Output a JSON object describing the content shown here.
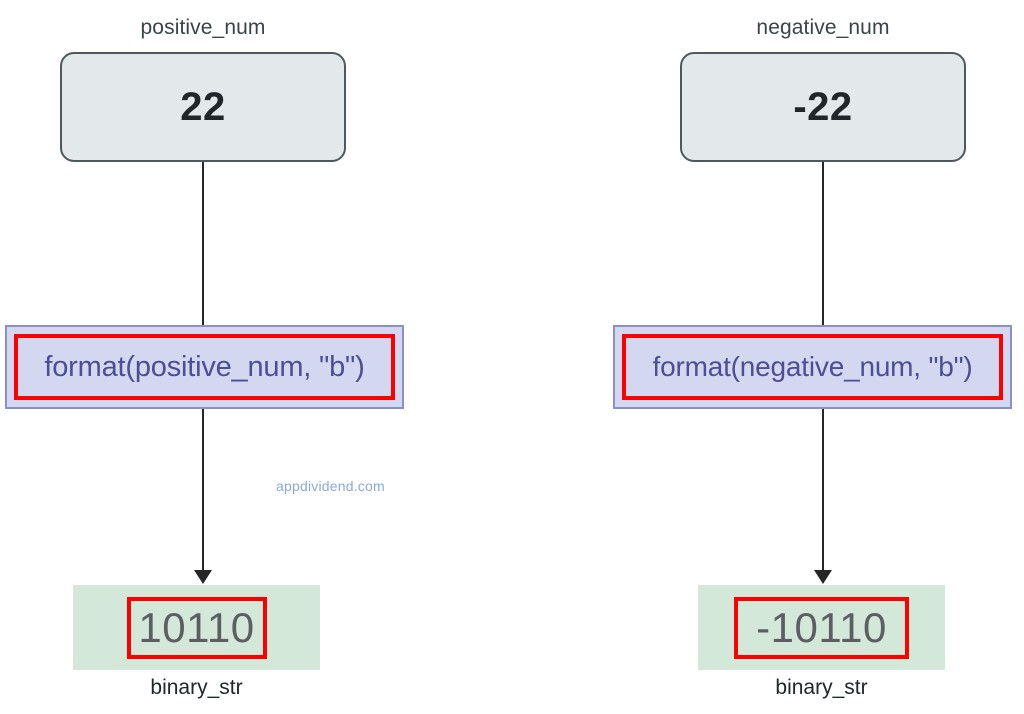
{
  "diagram": {
    "type": "flow",
    "watermark": "appdividend.com",
    "colors": {
      "input_fill": "#e3e8ea",
      "input_border": "#4c5a5e",
      "process_fill": "#d3d7f0",
      "process_border": "#8a8fd0",
      "process_text": "#4b4f93",
      "highlight": "#ff0000",
      "output_fill": "#d3e8d8",
      "output_text": "#5b5f62",
      "connector": "#262626",
      "watermark_color": "#89a9de",
      "background": "#ffffff"
    },
    "branches": [
      {
        "id": "positive",
        "input_caption": "positive_num",
        "input_value": "22",
        "process_code": "format(positive_num, \"b\")",
        "output_value": "10110",
        "output_caption": "binary_str"
      },
      {
        "id": "negative",
        "input_caption": "negative_num",
        "input_value": "-22",
        "process_code": "format(negative_num, \"b\")",
        "output_value": "-10110",
        "output_caption": "binary_str"
      }
    ]
  }
}
